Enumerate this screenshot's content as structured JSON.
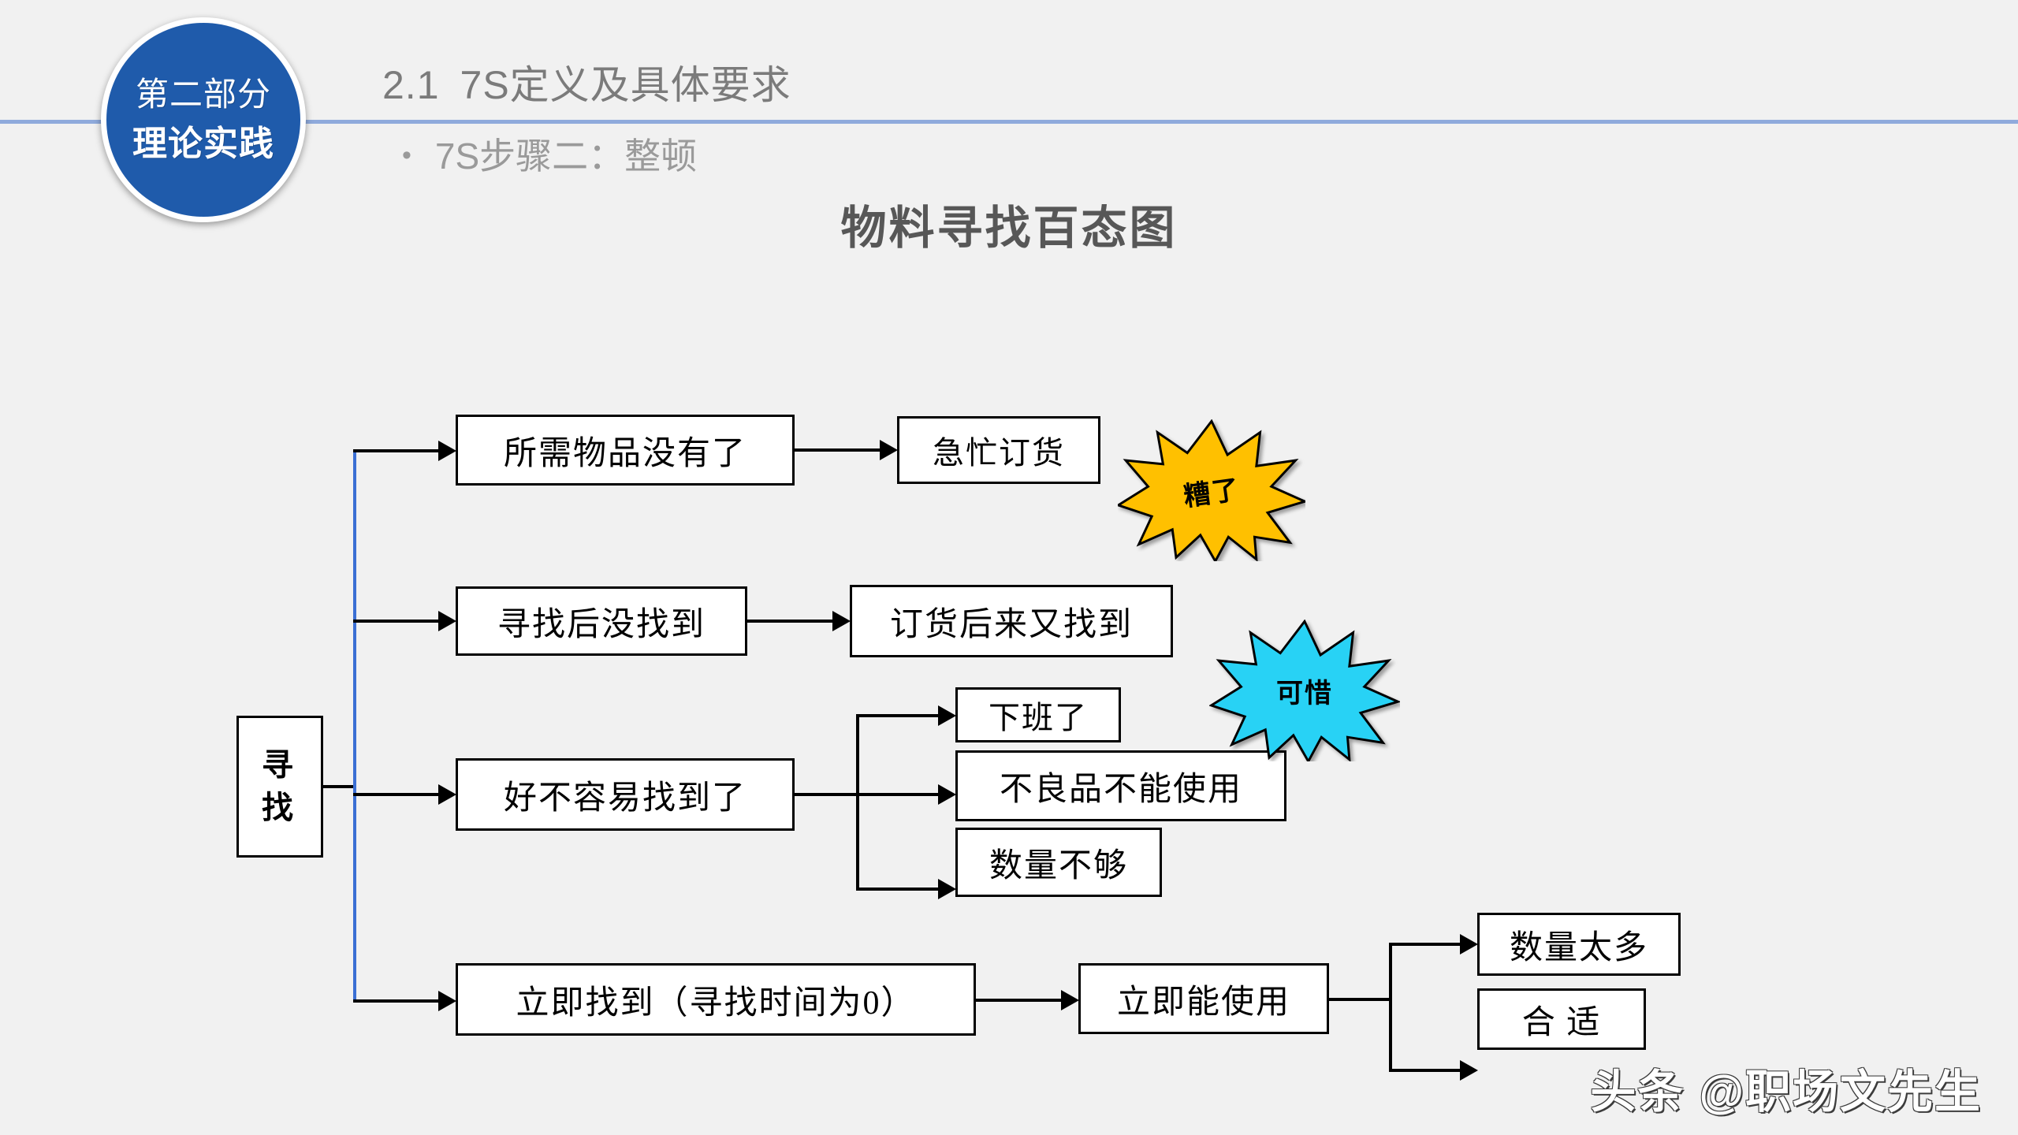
{
  "header": {
    "badge_line1": "第二部分",
    "badge_line2": "理论实践",
    "section_number": "2.1",
    "section_title": "7S定义及具体要求",
    "bullet_glyph": "•",
    "bullet_text": "7S步骤二：整顿",
    "rule_color": "#8faadc",
    "badge_color": "#1f5bab"
  },
  "slide": {
    "title": "物料寻找百态图"
  },
  "diagram": {
    "root": "寻找",
    "branches": [
      {
        "cause": "所需物品没有了",
        "effects": [
          "急忙订货"
        ]
      },
      {
        "cause": "寻找后没找到",
        "effects": [
          "订货后来又找到"
        ]
      },
      {
        "cause": "好不容易找到了",
        "effects": [
          "下班了",
          "不良品不能使用",
          "数量不够"
        ]
      },
      {
        "cause": "立即找到（寻找时间为0）",
        "effects": [
          "立即能使用"
        ],
        "sub_effects": [
          "数量太多",
          "合 适"
        ]
      }
    ],
    "bursts": [
      {
        "label": "糟了",
        "color": "#ffc000"
      },
      {
        "label": "可惜",
        "color": "#28d2f5"
      }
    ],
    "spine_color": "#3b6fd4",
    "line_color": "#000000"
  },
  "watermark": {
    "text": "头条 @职场文先生"
  }
}
